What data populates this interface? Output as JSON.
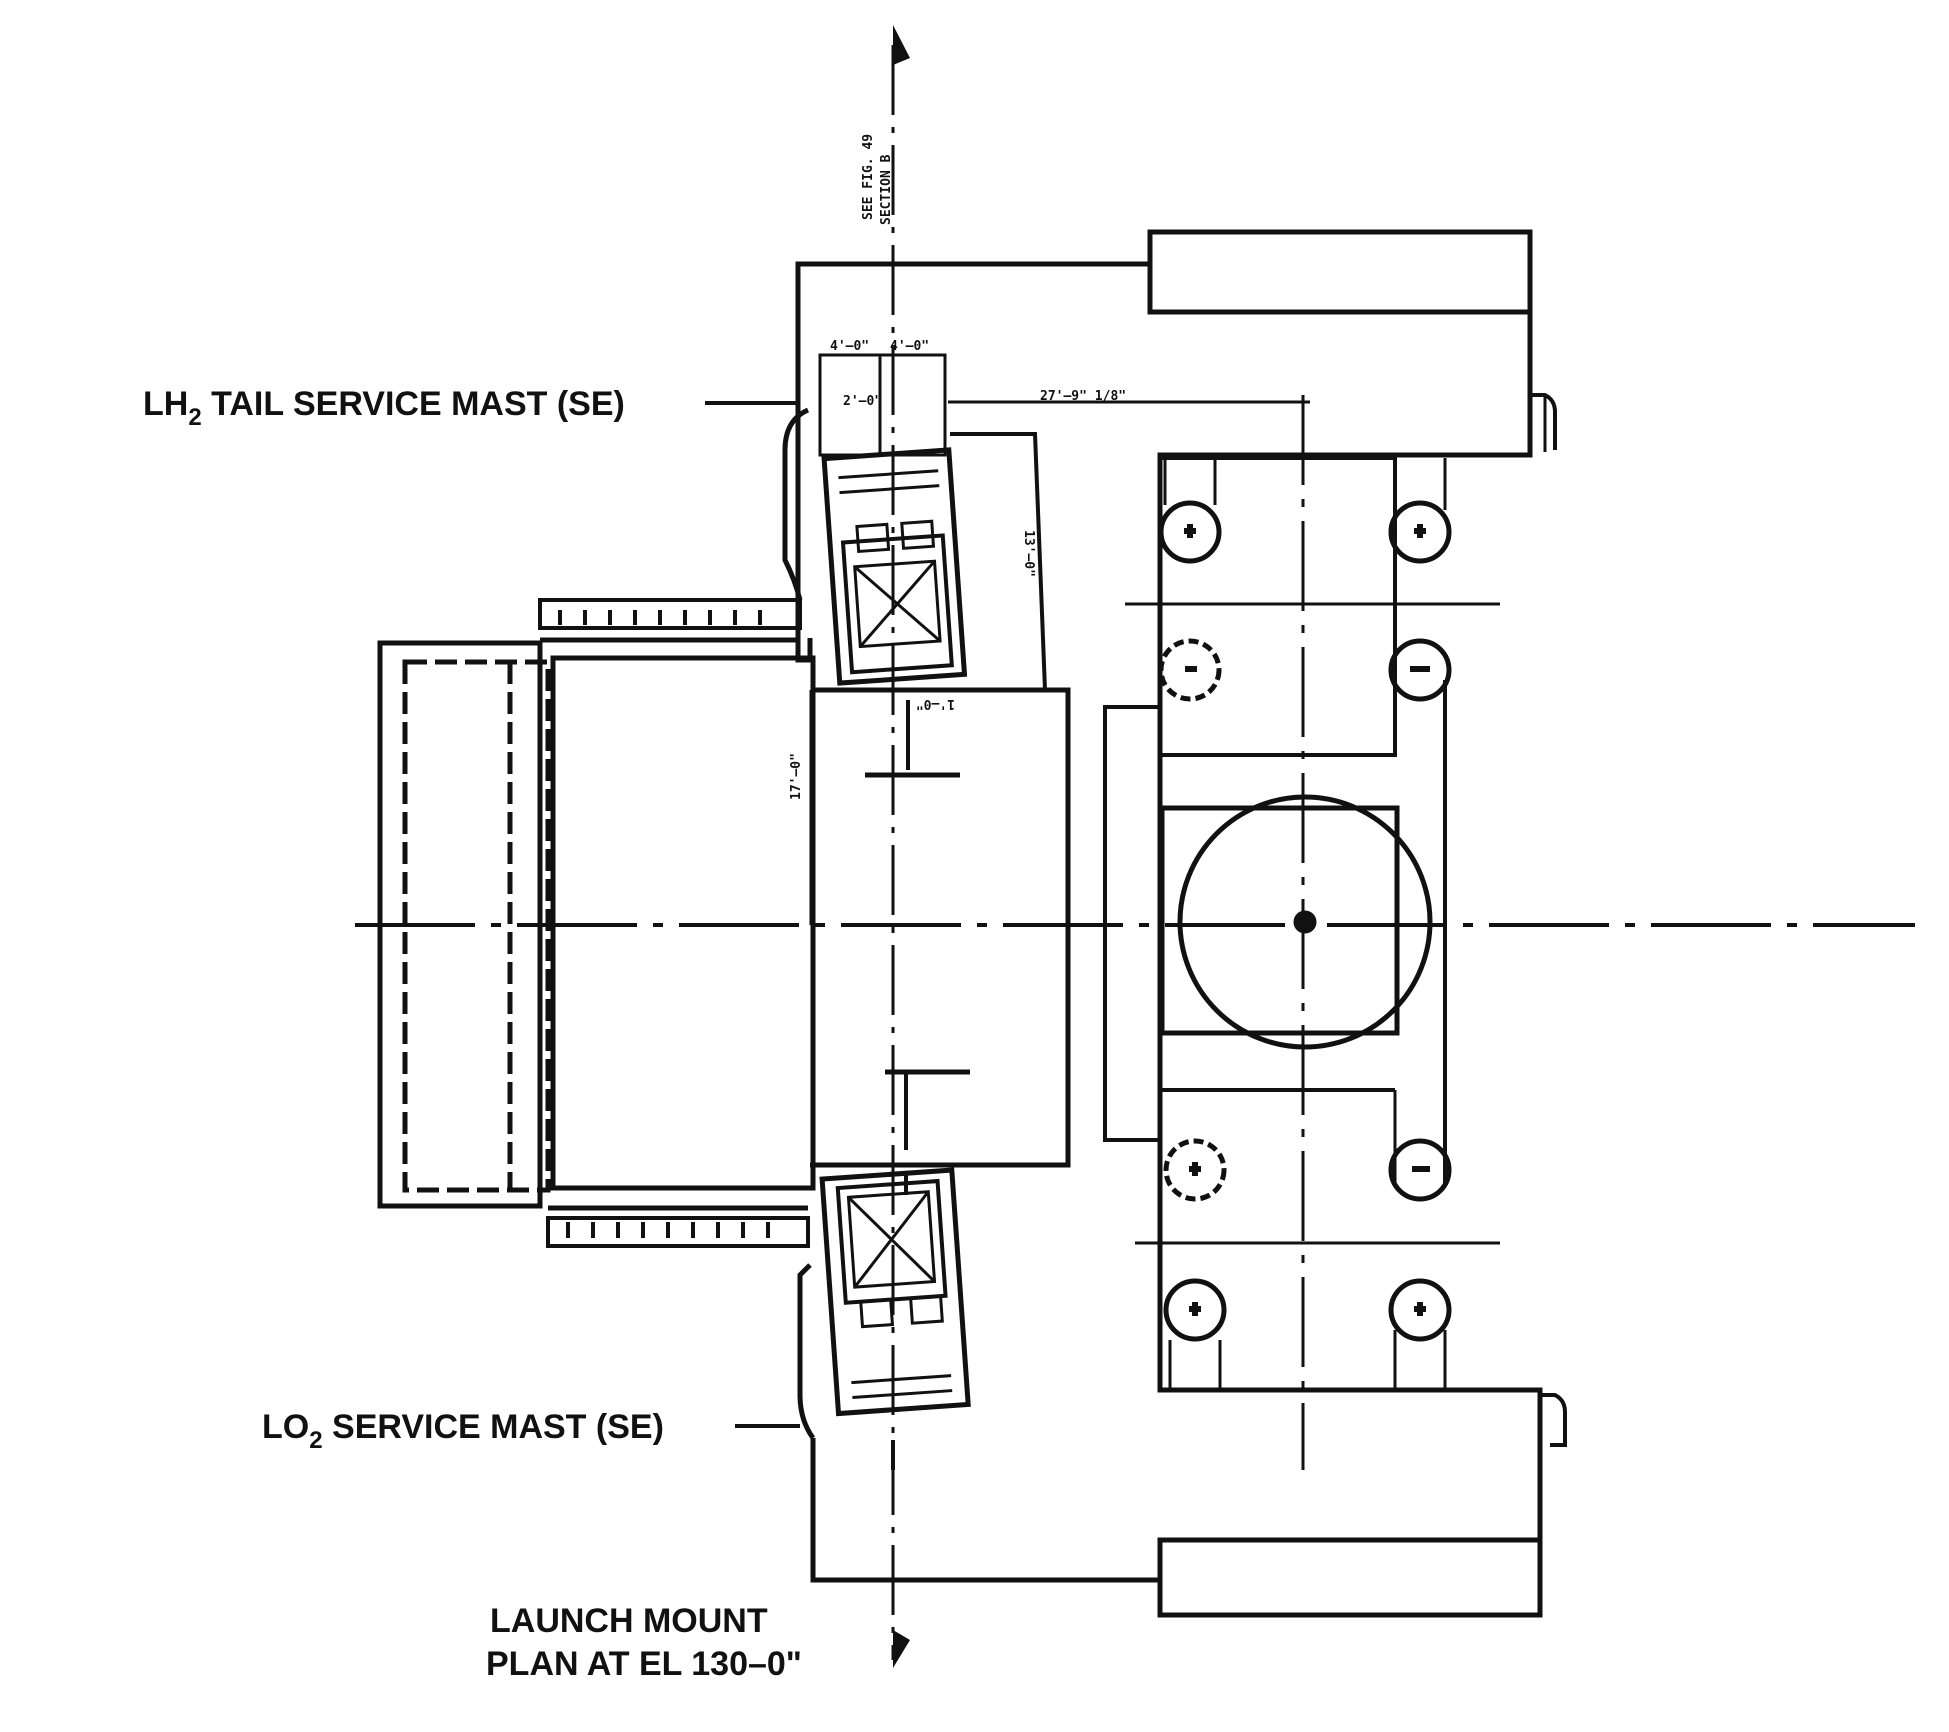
{
  "labels": {
    "lh2_mast": {
      "prefix": "LH",
      "subscript": "2",
      "suffix": " TAIL SERVICE MAST (SE)"
    },
    "lo2_mast": {
      "prefix": "LO",
      "subscript": "2",
      "suffix": " SERVICE MAST (SE)"
    },
    "plan_line1": "LAUNCH MOUNT",
    "plan_line2": "PLAN AT EL 130–0\"",
    "section_ref_line1": "SEE FIG. 49",
    "section_ref_line2": "SECTION B"
  },
  "dimensions": {
    "top_left": "4'–0\"",
    "top_right": "4'–0\"",
    "mast_width": "2'–0\"",
    "long_run": "27'–9\" 1/8\"",
    "vertical_right": "13'–0\"",
    "small_mid": "1'–0\"",
    "center_left": "17'–0\""
  },
  "colors": {
    "ink": "#111111",
    "paper": "#ffffff"
  }
}
